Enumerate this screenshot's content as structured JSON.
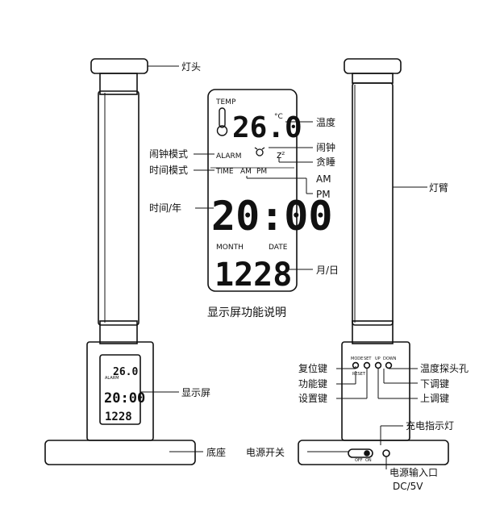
{
  "labels": {
    "lamp_head": "灯头",
    "lamp_arm": "灯臂",
    "display": "显示屏",
    "base": "底座",
    "temperature": "温度",
    "alarm_clock": "闹钟",
    "snooze": "贪睡",
    "alarm_mode": "闹钟模式",
    "time_mode": "时间模式",
    "am": "AM",
    "pm": "PM",
    "time_year": "时间/年",
    "month_day": "月/日",
    "display_caption": "显示屏功能说明",
    "reset_key": "复位键",
    "function_key": "功能键",
    "set_key": "设置键",
    "temp_probe": "温度探头孔",
    "down_key": "下调键",
    "up_key": "上调键",
    "charge_led": "充电指示灯",
    "power_switch": "电源开关",
    "power_input": "电源输入口",
    "dc": "DC/5V"
  },
  "lcd": {
    "temp_label": "TEMP",
    "temp_value": "26.0",
    "temp_unit": "°C",
    "alarm_label": "ALARM",
    "time_label": "TIME",
    "am": "AM",
    "pm": "PM",
    "clock": "20:00",
    "month_label": "MONTH",
    "date_label": "DATE",
    "date_value": "1228",
    "snooze_mark": "zᶻ"
  },
  "buttons": {
    "mode": "MODE",
    "set": "SET",
    "up": "UP",
    "down": "DOWN",
    "reset": "RESET"
  },
  "switch": {
    "off": "OFF",
    "on": "ON"
  }
}
